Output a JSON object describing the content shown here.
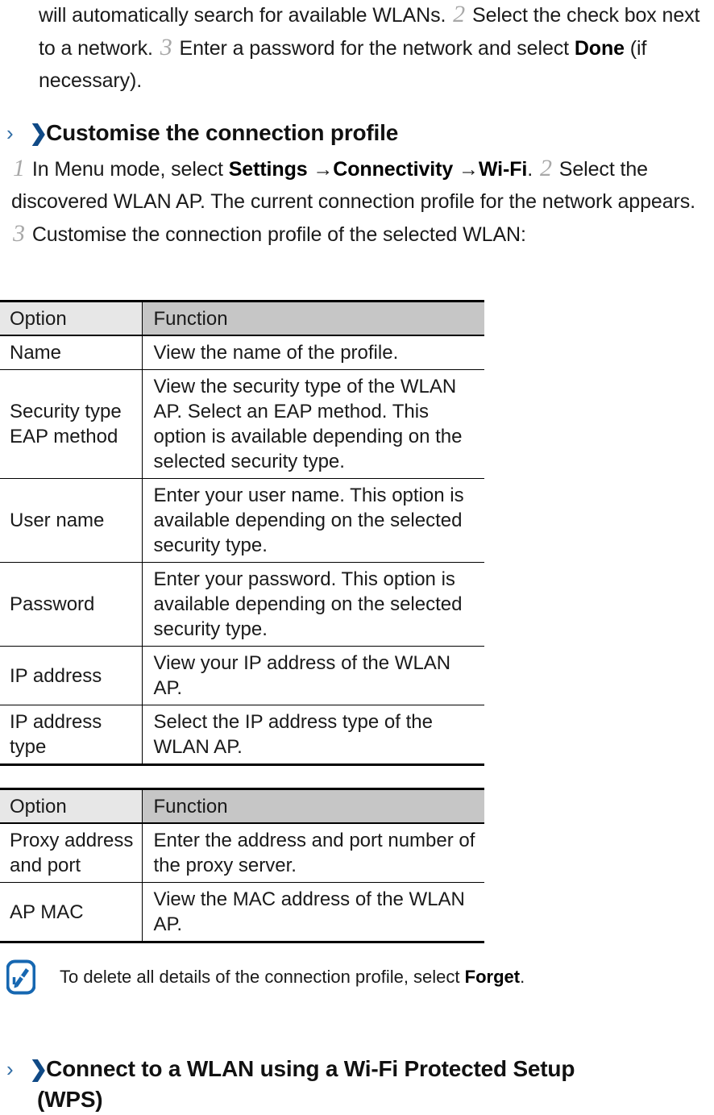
{
  "intro_paragraph": {
    "line1_a": "will automatically search for available WLANs. ",
    "step2": "2",
    "line1_b": " Select the check box next to a network. ",
    "step3": "3",
    "line1_c": " Enter a password for the network and select ",
    "bold_done": "Done",
    "line1_d": " (if necessary)."
  },
  "section1": {
    "chevron_thin": "›",
    "chevron_bold": "❯",
    "heading": "Customise the connection profile",
    "body": {
      "step1": "1",
      "t1": " In Menu mode, select ",
      "b1": "Settings",
      "arrow1": " →",
      "b2": "Connectivity",
      "arrow2": " →",
      "b3": "Wi-Fi",
      "t2": ". ",
      "step2": "2",
      "t3": " Select the discovered WLAN AP. The current connection profile for the network appears. ",
      "step3": "3",
      "t4": " Customise the connection profile of the selected WLAN:"
    }
  },
  "table1": {
    "headers": [
      "Option",
      "Function"
    ],
    "rows": [
      {
        "option": "Name",
        "function": "View the name of the profile.",
        "align": "middle"
      },
      {
        "option": "Security type EAP method",
        "function": "View the security type of the WLAN AP. Select an EAP method. This option is available depending on the selected security type.",
        "align": "top"
      },
      {
        "option": "User name",
        "function": "Enter your user name. This option is available depending on the selected security type.",
        "align": "middle"
      },
      {
        "option": "Password",
        "function": "Enter your password. This option is available depending on the selected security type.",
        "align": "middle"
      },
      {
        "option": "IP address",
        "function": "View your IP address of the WLAN AP.",
        "align": "middle"
      },
      {
        "option": "IP address type",
        "function": "Select the IP address type of the WLAN AP.",
        "align": "middle"
      }
    ]
  },
  "table2": {
    "headers": [
      "Option",
      "Function"
    ],
    "rows": [
      {
        "option": "Proxy address and port",
        "function": "Enter the address and port number of the proxy server.",
        "align": "middle"
      },
      {
        "option": "AP MAC",
        "function": "View the MAC address of the WLAN AP.",
        "align": "middle"
      }
    ]
  },
  "note": {
    "icon": "note-pen-icon",
    "icon_color": "#1667b1",
    "text_before": "To delete all details of the connection profile, select ",
    "bold": "Forget",
    "text_after": "."
  },
  "section2": {
    "chevron_thin": "›",
    "chevron_bold": "❯",
    "heading_line1": "Connect to a WLAN using a Wi-Fi Protected Setup",
    "heading_line2": "(WPS)"
  }
}
